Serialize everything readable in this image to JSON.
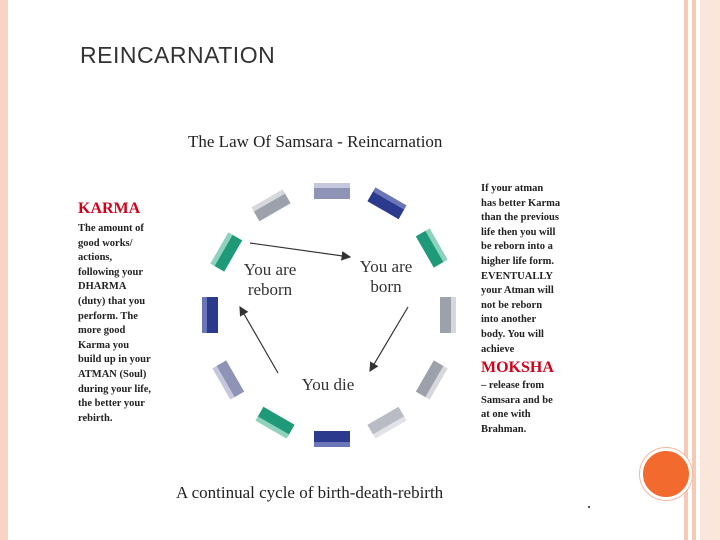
{
  "slide": {
    "title": "REINCARNATION"
  },
  "diagram": {
    "title": "The Law Of Samsara - Reincarnation",
    "caption": "A continual cycle of birth-death-rebirth",
    "labels": {
      "reborn": "You are\nreborn",
      "born": "You are\nborn",
      "die": "You die"
    },
    "karma": {
      "heading": "KARMA",
      "body": "The amount of\ngood works/\nactions,\nfollowing your\nDHARMA\n(duty) that you\nperform. The\nmore good\nKarma you\nbuild up in your\nATMAN (Soul)\nduring your life,\nthe better your\nrebirth."
    },
    "right_text": {
      "body": "If your atman\nhas better Karma\nthan the previous\nlife then you will\nbe reborn into a\nhigher life form.\nEVENTUALLY\nyour Atman will\nnot be reborn\ninto another\nbody. You will\nachieve",
      "moksha_heading": "MOKSHA",
      "moksha_body": "– release from\nSamsara and be\nat one with\nBrahman."
    }
  },
  "colors": {
    "accent": "#f26a2e",
    "heading_red": "#d0021b",
    "block_blue": "#2b3a8c",
    "block_teal": "#1e9a78",
    "block_gray": "#b9bcc4"
  }
}
